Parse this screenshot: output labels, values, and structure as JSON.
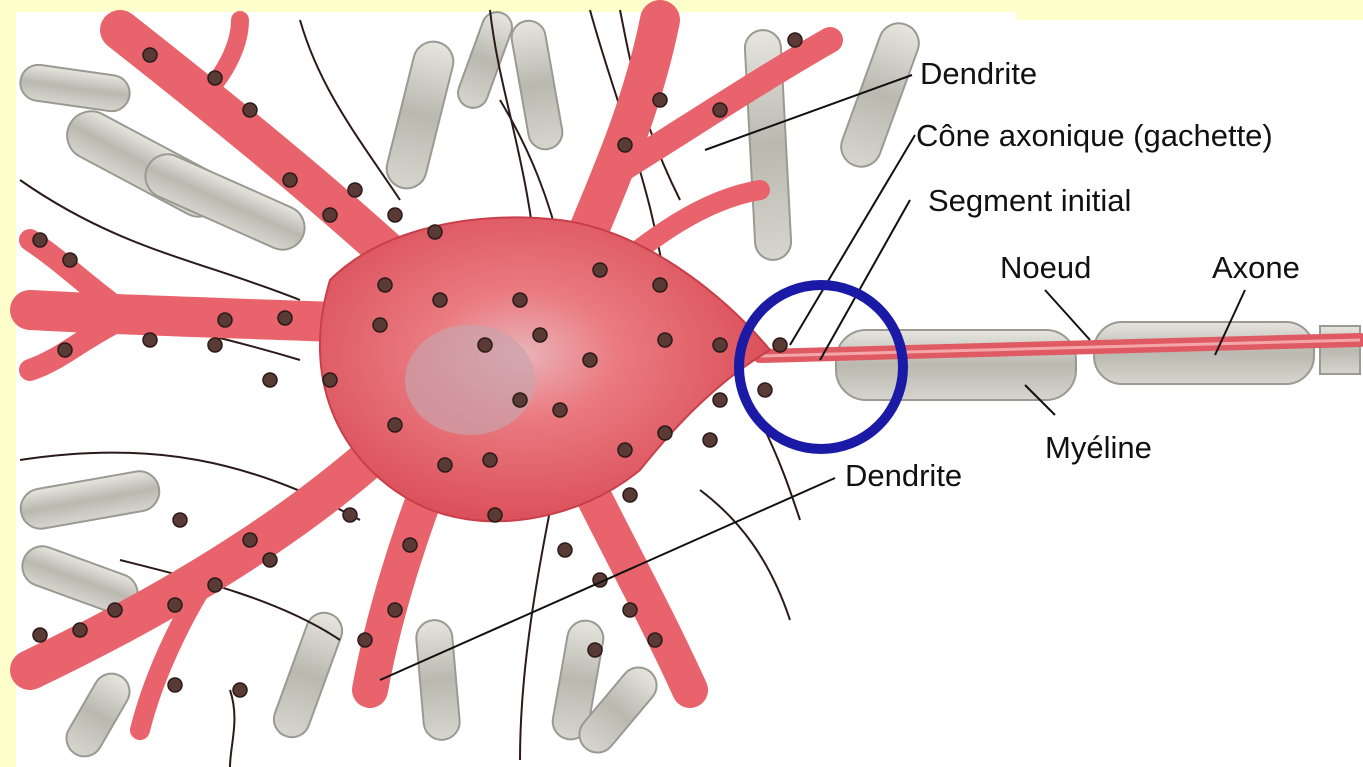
{
  "labels": {
    "dendrite_top": "Dendrite",
    "cone": "Cône axonique (gachette)",
    "segment": "Segment initial",
    "noeud": "Noeud",
    "axone": "Axone",
    "myeline": "Myéline",
    "dendrite_bottom": "Dendrite"
  },
  "colors": {
    "background": "#ffffcc",
    "neuron": "#e8636b",
    "neuron_dark": "#c83f4a",
    "myelin": "#c9c9c0",
    "highlight_circle": "#1a1aa6",
    "leader_line": "#111111"
  }
}
